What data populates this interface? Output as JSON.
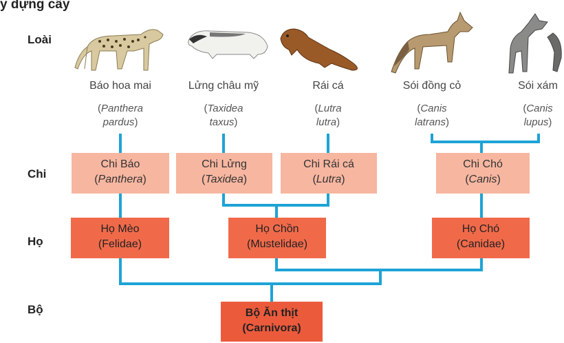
{
  "top_title": "y dựng cây",
  "ranks": {
    "species": "Loài",
    "genus": "Chi",
    "family": "Họ",
    "order": "Bộ"
  },
  "species": [
    {
      "name": "Báo hoa mai",
      "sci1": "Panthera",
      "sci2": "pardus",
      "icon": "leopard-icon"
    },
    {
      "name": "Lửng châu mỹ",
      "sci1": "Taxidea",
      "sci2": "taxus",
      "icon": "badger-icon"
    },
    {
      "name": "Rái cá",
      "sci1": "Lutra",
      "sci2": "lutra",
      "icon": "otter-icon"
    },
    {
      "name": "Sói đồng cỏ",
      "sci1": "Canis",
      "sci2": "latrans",
      "icon": "coyote-icon"
    },
    {
      "name": "Sói xám",
      "sci1": "Canis",
      "sci2": "lupus",
      "icon": "gray-wolf-icon"
    }
  ],
  "genera": [
    {
      "name": "Chi Báo",
      "sci": "Panthera"
    },
    {
      "name": "Chi Lửng",
      "sci": "Taxidea"
    },
    {
      "name": "Chi Rái cá",
      "sci": "Lutra"
    },
    {
      "name": "Chi Chó",
      "sci": "Canis"
    }
  ],
  "families": [
    {
      "name": "Họ Mèo",
      "sci": "(Felidae)"
    },
    {
      "name": "Họ Chồn",
      "sci": "(Mustelidae)"
    },
    {
      "name": "Họ Chó",
      "sci": "(Canidae)"
    }
  ],
  "order": {
    "name": "Bộ Ăn thịt",
    "sci": "(Carnivora)"
  },
  "colors": {
    "line": "#1ea3d6",
    "genus": "#f7b6a0",
    "family": "#f06a4a",
    "order": "#ec5a3c"
  }
}
